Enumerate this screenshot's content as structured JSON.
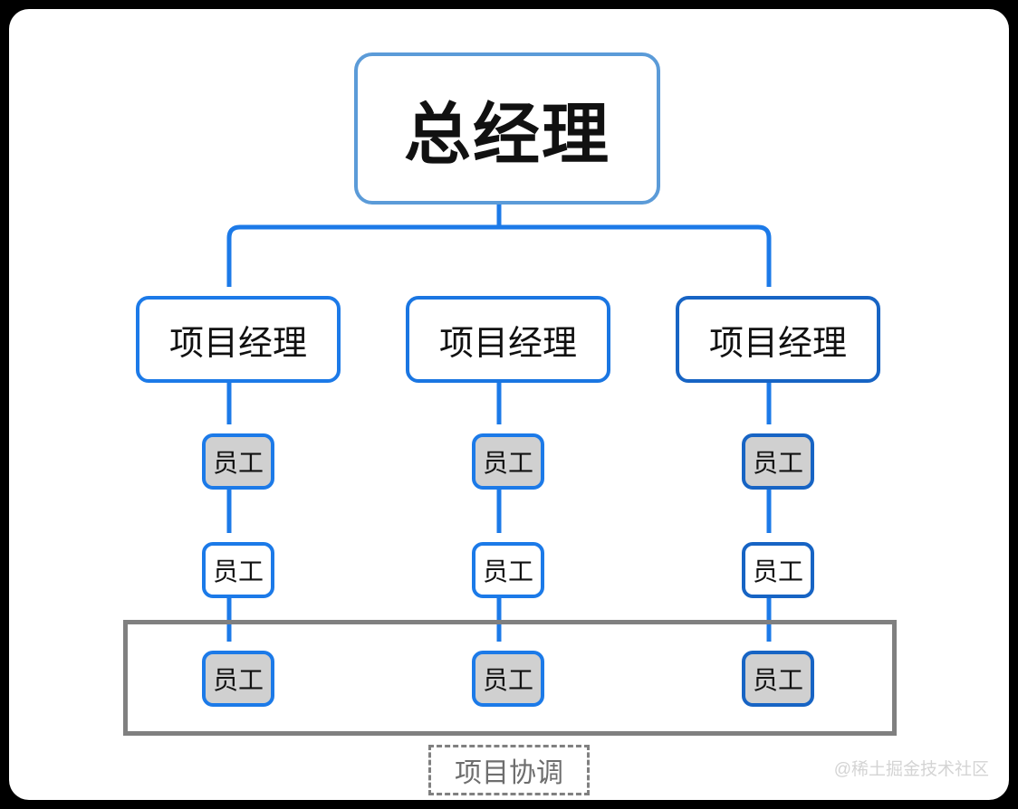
{
  "diagram": {
    "title_node": {
      "label": "总经理",
      "border_color": "#5b9bd8",
      "fill": "#ffffff"
    },
    "managers": [
      {
        "label": "项目经理",
        "border_color": "#1c7ae8"
      },
      {
        "label": "项目经理",
        "border_color": "#1a76e2"
      },
      {
        "label": "项目经理",
        "border_color": "#1764c4"
      }
    ],
    "employees": {
      "row_1": [
        {
          "label": "员工",
          "fill": "#d0d0d0"
        },
        {
          "label": "员工",
          "fill": "#d0d0d0"
        },
        {
          "label": "员工",
          "fill": "#d0d0d0"
        }
      ],
      "row_2": [
        {
          "label": "员工",
          "fill": "#ffffff"
        },
        {
          "label": "员工",
          "fill": "#ffffff"
        },
        {
          "label": "员工",
          "fill": "#ffffff"
        }
      ],
      "row_3": [
        {
          "label": "员工",
          "fill": "#d0d0d0"
        },
        {
          "label": "员工",
          "fill": "#d0d0d0"
        },
        {
          "label": "员工",
          "fill": "#d0d0d0"
        }
      ]
    },
    "group_box": {
      "border_color": "#808080",
      "style": "solid"
    },
    "coordination_label": {
      "label": "项目协调",
      "border_color": "#808080",
      "style": "dashed",
      "text_color": "#6e6e6e"
    },
    "connector_color": "#1c7ae8",
    "watermark": "@稀土掘金技术社区",
    "frame_color": "#000000",
    "canvas_color": "#ffffff"
  },
  "chart_data": {
    "type": "diagram",
    "title": "项目型组织结构图",
    "nodes": [
      {
        "id": "gm",
        "label": "总经理",
        "level": 0,
        "column": 0
      },
      {
        "id": "pm1",
        "label": "项目经理",
        "level": 1,
        "column": 1
      },
      {
        "id": "pm2",
        "label": "项目经理",
        "level": 1,
        "column": 2
      },
      {
        "id": "pm3",
        "label": "项目经理",
        "level": 1,
        "column": 3
      },
      {
        "id": "e1a",
        "label": "员工",
        "level": 2,
        "column": 1
      },
      {
        "id": "e2a",
        "label": "员工",
        "level": 2,
        "column": 2
      },
      {
        "id": "e3a",
        "label": "员工",
        "level": 2,
        "column": 3
      },
      {
        "id": "e1b",
        "label": "员工",
        "level": 3,
        "column": 1
      },
      {
        "id": "e2b",
        "label": "员工",
        "level": 3,
        "column": 2
      },
      {
        "id": "e3b",
        "label": "员工",
        "level": 3,
        "column": 3
      },
      {
        "id": "e1c",
        "label": "员工",
        "level": 4,
        "column": 1
      },
      {
        "id": "e2c",
        "label": "员工",
        "level": 4,
        "column": 2
      },
      {
        "id": "e3c",
        "label": "员工",
        "level": 4,
        "column": 3
      }
    ],
    "edges": [
      {
        "from": "gm",
        "to": "pm1"
      },
      {
        "from": "gm",
        "to": "pm2"
      },
      {
        "from": "gm",
        "to": "pm3"
      },
      {
        "from": "pm1",
        "to": "e1a"
      },
      {
        "from": "pm2",
        "to": "e2a"
      },
      {
        "from": "pm3",
        "to": "e3a"
      },
      {
        "from": "e1a",
        "to": "e1b"
      },
      {
        "from": "e2a",
        "to": "e2b"
      },
      {
        "from": "e3a",
        "to": "e3b"
      },
      {
        "from": "e1b",
        "to": "e1c"
      },
      {
        "from": "e2b",
        "to": "e2c"
      },
      {
        "from": "e3b",
        "to": "e3c"
      }
    ],
    "groups": [
      {
        "label": "项目协调",
        "members": [
          "e1c",
          "e2c",
          "e3c"
        ]
      }
    ]
  }
}
